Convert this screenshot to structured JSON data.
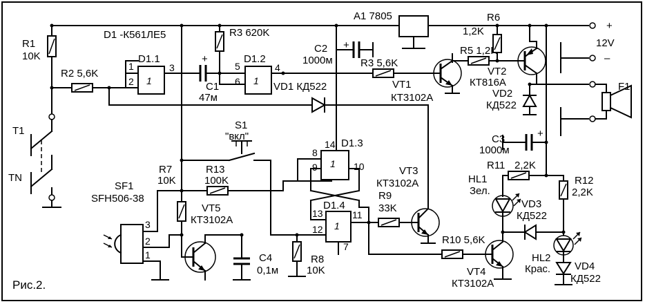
{
  "caption": "Рис.2.",
  "chip_note": "D1 -К561ЛЕ5",
  "supply": {
    "plus": "+",
    "voltage": "12V",
    "minus": "–"
  },
  "regulator": {
    "label": "A1 7805"
  },
  "gates": {
    "d11": {
      "name": "D1.1",
      "sym": "1",
      "pins": [
        "1",
        "2",
        "3"
      ]
    },
    "d12": {
      "name": "D1.2",
      "sym": "1",
      "pins": [
        "5",
        "6",
        "4"
      ]
    },
    "d13": {
      "name": "D1.3",
      "sym": "1",
      "pins": [
        "8",
        "9",
        "14",
        "10"
      ]
    },
    "d14": {
      "name": "D1.4",
      "sym": "1",
      "pins": [
        "13",
        "12",
        "11",
        "7"
      ]
    }
  },
  "resistors": {
    "r1": {
      "name": "R1",
      "value": "10K"
    },
    "r2": {
      "name": "R2 5,6K"
    },
    "r3a": {
      "name": "R3 620K"
    },
    "r3b": {
      "name": "R3 5,6K"
    },
    "r5": {
      "name": "R5 1,2K"
    },
    "r6": {
      "name": "R6",
      "value": "1,2K"
    },
    "r7": {
      "name": "R7",
      "value": "10K"
    },
    "r8": {
      "name": "R8",
      "value": "10K"
    },
    "r9": {
      "name": "R9",
      "value": "33K"
    },
    "r10": {
      "name": "R10 5,6K"
    },
    "r11": {
      "name": "R11",
      "value": "2,2K"
    },
    "r12": {
      "name": "R12",
      "value": "2,2K"
    },
    "r13": {
      "name": "R13",
      "value": "100K"
    }
  },
  "capacitors": {
    "c1": {
      "name": "C1",
      "value": "47м",
      "pol": "+"
    },
    "c2": {
      "name": "C2",
      "value": "1000м",
      "pol": "+"
    },
    "c3": {
      "name": "C3",
      "value": "1000м",
      "pol": "+"
    },
    "c4": {
      "name": "C4",
      "value": "0,1м"
    }
  },
  "diodes": {
    "vd1": {
      "label": "VD1 КД522"
    },
    "vd2": {
      "name": "VD2",
      "value": "КД522"
    },
    "vd3": {
      "name": "VD3",
      "value": "КД522"
    },
    "vd4": {
      "name": "VD4",
      "value": "КД522"
    }
  },
  "transistors": {
    "vt1": {
      "name": "VT1",
      "value": "КТ3102А"
    },
    "vt2": {
      "name": "VT2",
      "value": "КТ816А"
    },
    "vt3": {
      "name": "VT3",
      "value": "КТ3102А"
    },
    "vt4": {
      "name": "VT4",
      "value": "КТ3102А"
    },
    "vt5": {
      "name": "VT5",
      "value": "КТ3102А"
    }
  },
  "leds": {
    "hl1": {
      "name": "HL1",
      "value": "Зел."
    },
    "hl2": {
      "name": "HL2",
      "value": "Крас."
    }
  },
  "switches": {
    "s1": {
      "name": "S1",
      "value": "\"вкл\""
    }
  },
  "sensor": {
    "name": "SF1",
    "value": "SFH506-38",
    "pins": [
      "3",
      "2",
      "1"
    ]
  },
  "buttons": {
    "t1": "T1",
    "tn": "TN"
  },
  "fuse": {
    "name": "F1"
  }
}
